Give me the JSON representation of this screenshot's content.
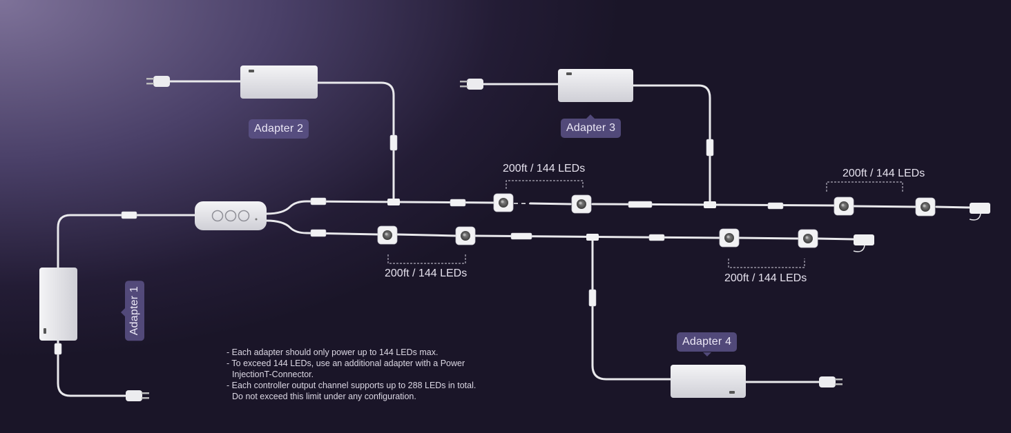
{
  "adapters": [
    {
      "id": 1,
      "label": "Adapter 1"
    },
    {
      "id": 2,
      "label": "Adapter 2"
    },
    {
      "id": 3,
      "label": "Adapter 3"
    },
    {
      "id": 4,
      "label": "Adapter 4"
    }
  ],
  "segments": [
    {
      "label": "200ft / 144 LEDs"
    },
    {
      "label": "200ft / 144 LEDs"
    },
    {
      "label": "200ft / 144 LEDs"
    },
    {
      "label": "200ft / 144 LEDs"
    }
  ],
  "notes": [
    "- Each adapter should only power up to 144 LEDs max.",
    "- To exceed 144 LEDs, use an additional adapter with a Power",
    "  InjectionT-Connector.",
    "- Each controller output channel supports up to 288 LEDs in total.",
    "  Do not exceed this limit under any configuration."
  ],
  "colors": {
    "device": "#eeeef0",
    "cable": "#e9e9ec",
    "tag_bg": "#5c5287",
    "text": "#e6e2ee"
  },
  "icons": {
    "plug": "power-plug-icon",
    "controller": "controller-icon",
    "light": "puck-light-icon"
  }
}
